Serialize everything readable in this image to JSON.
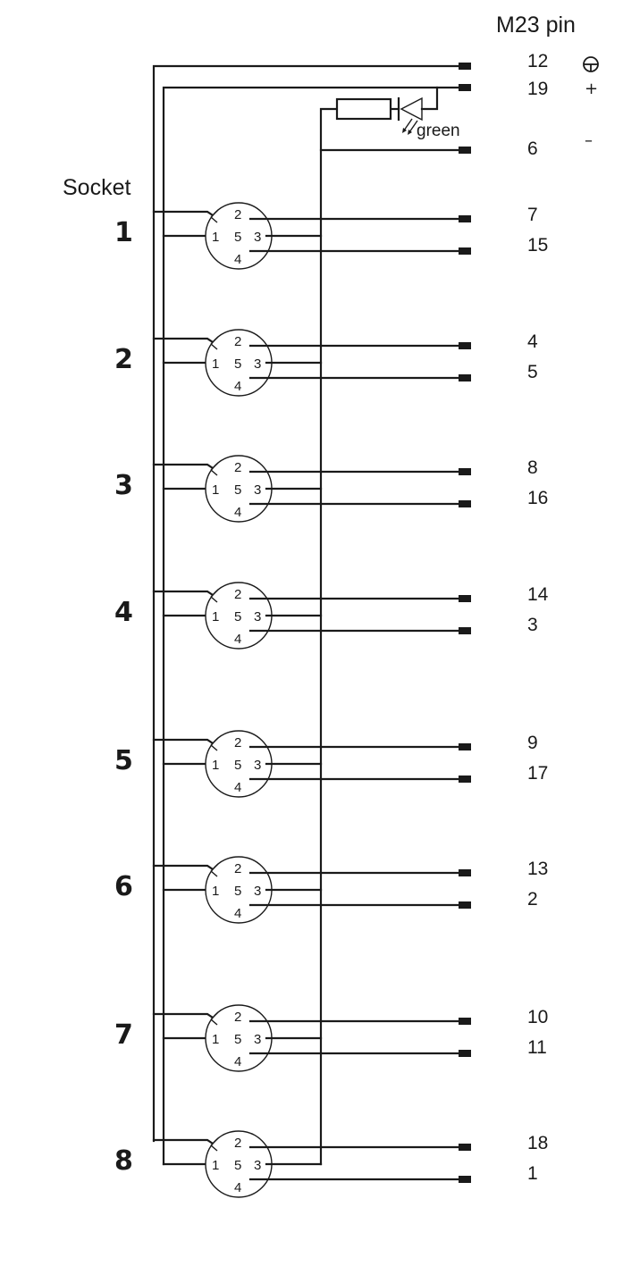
{
  "header": {
    "m23_title": "M23 pin",
    "socket_title": "Socket"
  },
  "top_pins": [
    {
      "pin": "12",
      "symbol": "ground-icon"
    },
    {
      "pin": "19",
      "symbol": "+"
    },
    {
      "pin": "6",
      "symbol": "–"
    }
  ],
  "led": {
    "label": "green"
  },
  "socket_pin_labels": {
    "p1": "1",
    "p2": "2",
    "p3": "3",
    "p4": "4",
    "p5": "5"
  },
  "sockets": [
    {
      "label": "1",
      "pin_a": "7",
      "pin_b": "15"
    },
    {
      "label": "2",
      "pin_a": "4",
      "pin_b": "5"
    },
    {
      "label": "3",
      "pin_a": "8",
      "pin_b": "16"
    },
    {
      "label": "4",
      "pin_a": "14",
      "pin_b": "3"
    },
    {
      "label": "5",
      "pin_a": "9",
      "pin_b": "17"
    },
    {
      "label": "6",
      "pin_a": "13",
      "pin_b": "2"
    },
    {
      "label": "7",
      "pin_a": "10",
      "pin_b": "11"
    },
    {
      "label": "8",
      "pin_a": "18",
      "pin_b": "1"
    }
  ]
}
